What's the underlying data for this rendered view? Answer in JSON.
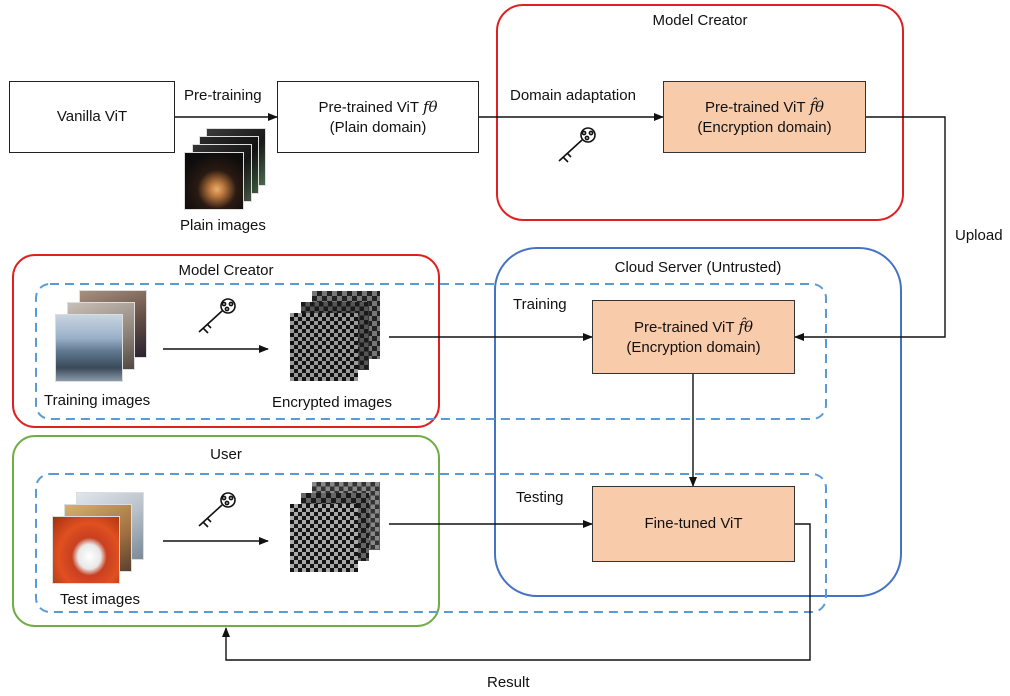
{
  "top": {
    "vanilla_vit": "Vanilla ViT",
    "pretraining_label": "Pre-training",
    "plain_images_label": "Plain images",
    "pretrained_plain_line1": "Pre-trained ViT",
    "pretrained_plain_symbol": "fθ",
    "pretrained_plain_line2": "(Plain domain)",
    "model_creator_title": "Model Creator",
    "domain_adaptation_label": "Domain adaptation",
    "pretrained_enc_line1": "Pre-trained ViT",
    "pretrained_enc_symbol": "f̂θ",
    "pretrained_enc_line2": "(Encryption domain)"
  },
  "upload_label": "Upload",
  "model_creator_bottom": {
    "title": "Model Creator",
    "training_images_label": "Training images",
    "encrypted_images_label": "Encrypted images"
  },
  "cloud_server": {
    "title": "Cloud Server (Untrusted)",
    "training_label": "Training",
    "testing_label": "Testing",
    "pretrained_line1": "Pre-trained ViT",
    "pretrained_symbol": "f̂θ",
    "pretrained_line2": "(Encryption domain)",
    "finetuned_label": "Fine-tuned ViT"
  },
  "user": {
    "title": "User",
    "test_images_label": "Test images"
  },
  "result_label": "Result",
  "colors": {
    "model_creator_border": "#e02020",
    "cloud_border": "#4472c4",
    "user_border": "#70ad47",
    "dashed": "#5b9bd5",
    "box_fill": "#f8cbab"
  },
  "icons": [
    "key-icon",
    "key-icon",
    "key-icon",
    "key-icon"
  ]
}
